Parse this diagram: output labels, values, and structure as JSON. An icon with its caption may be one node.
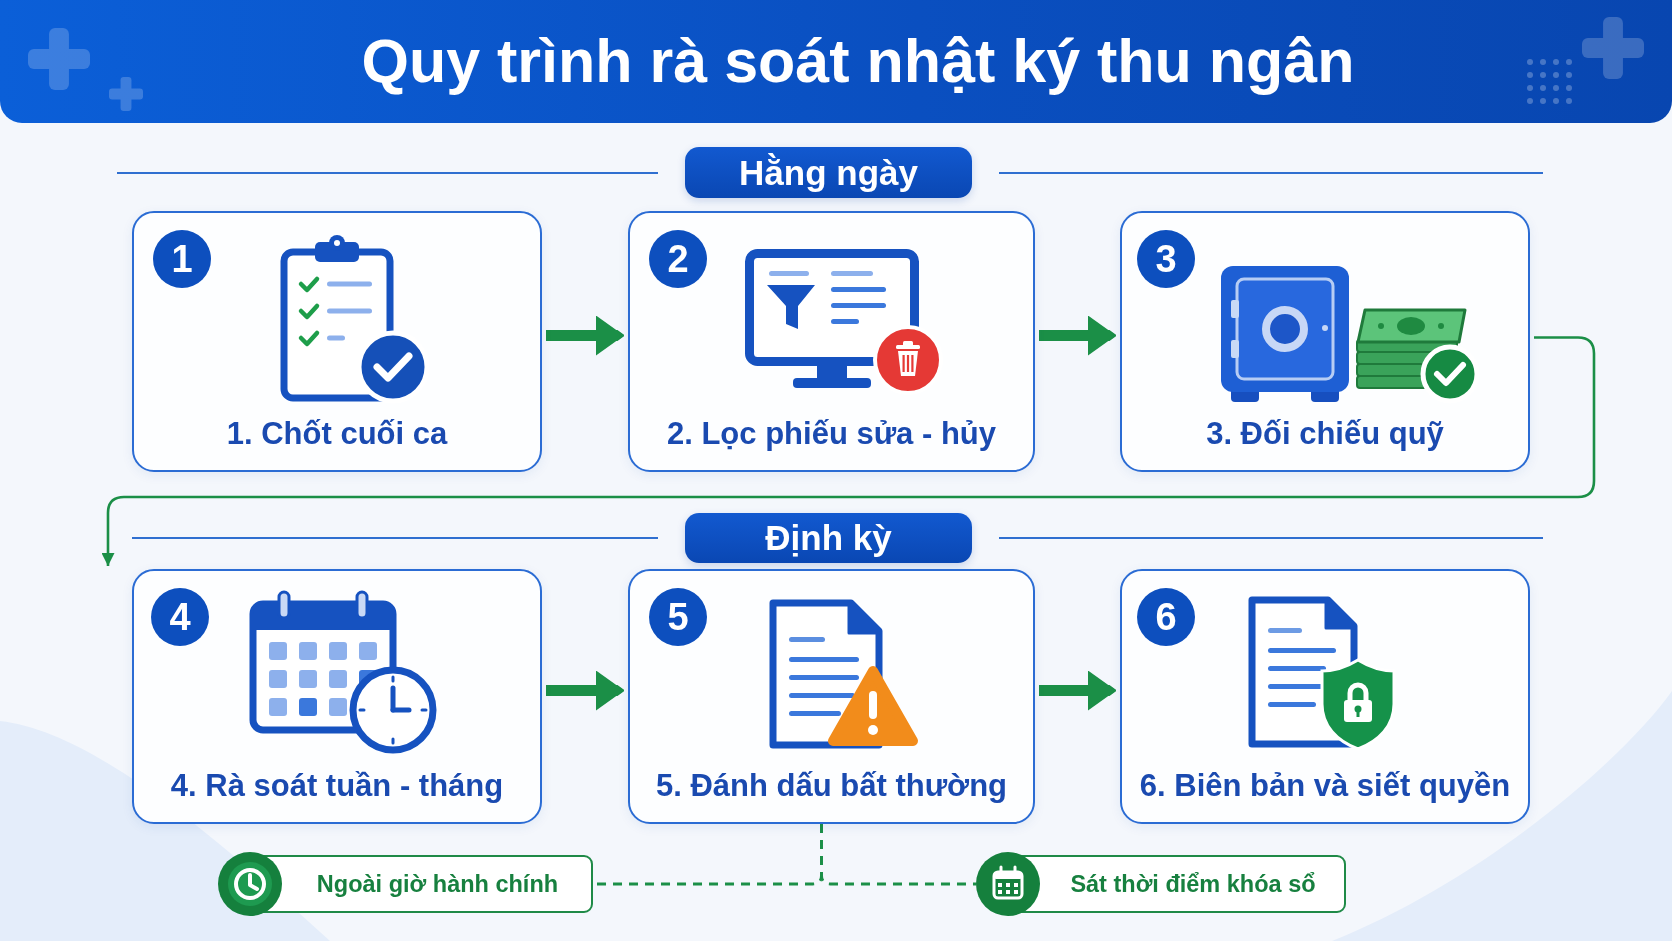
{
  "diagram": {
    "title": "Quy trình rà soát nhật ký thu ngân",
    "nodes": [
      {
        "text": [
          "Hằng ngày"
        ]
      },
      {
        "text": [
          "1. Chốt cuối ca"
        ]
      },
      {
        "text": [
          "1"
        ],
        "in": 1
      },
      {
        "text": [
          "2. Lọc phiếu sửa - hủy"
        ]
      },
      {
        "text": [
          "2"
        ],
        "in": 3
      },
      {
        "text": [
          "3. Đối chiếu quỹ"
        ]
      },
      {
        "text": [
          "3"
        ],
        "in": 5
      },
      {
        "text": [
          "Định kỳ"
        ]
      },
      {
        "text": [
          "4. Rà soát tuần - tháng"
        ]
      },
      {
        "text": [
          "4"
        ],
        "in": 8
      },
      {
        "text": [
          "5. Đánh dấu bất thường"
        ]
      },
      {
        "text": [
          "5"
        ],
        "in": 10
      },
      {
        "text": [
          "6. Biên bản và siết quyền"
        ]
      },
      {
        "text": [
          "6"
        ],
        "in": 12
      },
      {
        "text": [
          "Ngoài giờ hành chính"
        ]
      },
      {
        "text": [
          "Sát thời điểm khóa sổ"
        ]
      }
    ],
    "edges": [
      {
        "from": 1,
        "to": 3,
        "arrow": "to"
      },
      {
        "from": 3,
        "to": 5,
        "arrow": "to"
      },
      {
        "from": 5,
        "to": 8,
        "arrow": "to"
      },
      {
        "from": 8,
        "to": 10,
        "arrow": "to"
      },
      {
        "from": 10,
        "to": 12,
        "arrow": "to"
      },
      {
        "from": 10,
        "to": 14,
        "arrow": "none",
        "style": "dashed"
      },
      {
        "from": 10,
        "to": 15,
        "arrow": "none",
        "style": "dashed"
      }
    ]
  }
}
